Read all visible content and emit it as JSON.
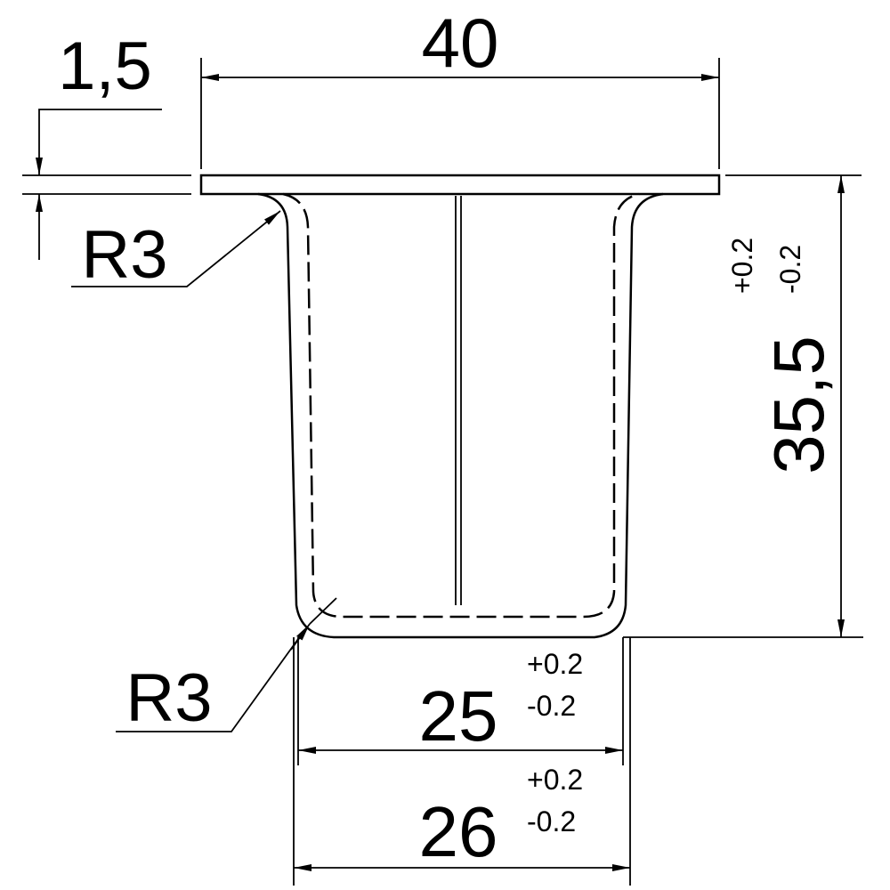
{
  "dimensions": {
    "flange_width": "40",
    "flange_thickness": "1,5",
    "top_radius": "R3",
    "bottom_radius": "R3",
    "height": "35,5",
    "height_tol_upper": "+0.2",
    "height_tol_lower": "-0.2",
    "inner_width": "25",
    "inner_tol_upper": "+0.2",
    "inner_tol_lower": "-0.2",
    "outer_width": "26",
    "outer_tol_upper": "+0.2",
    "outer_tol_lower": "-0.2"
  },
  "colors": {
    "line": "#000000",
    "background": "#ffffff"
  }
}
